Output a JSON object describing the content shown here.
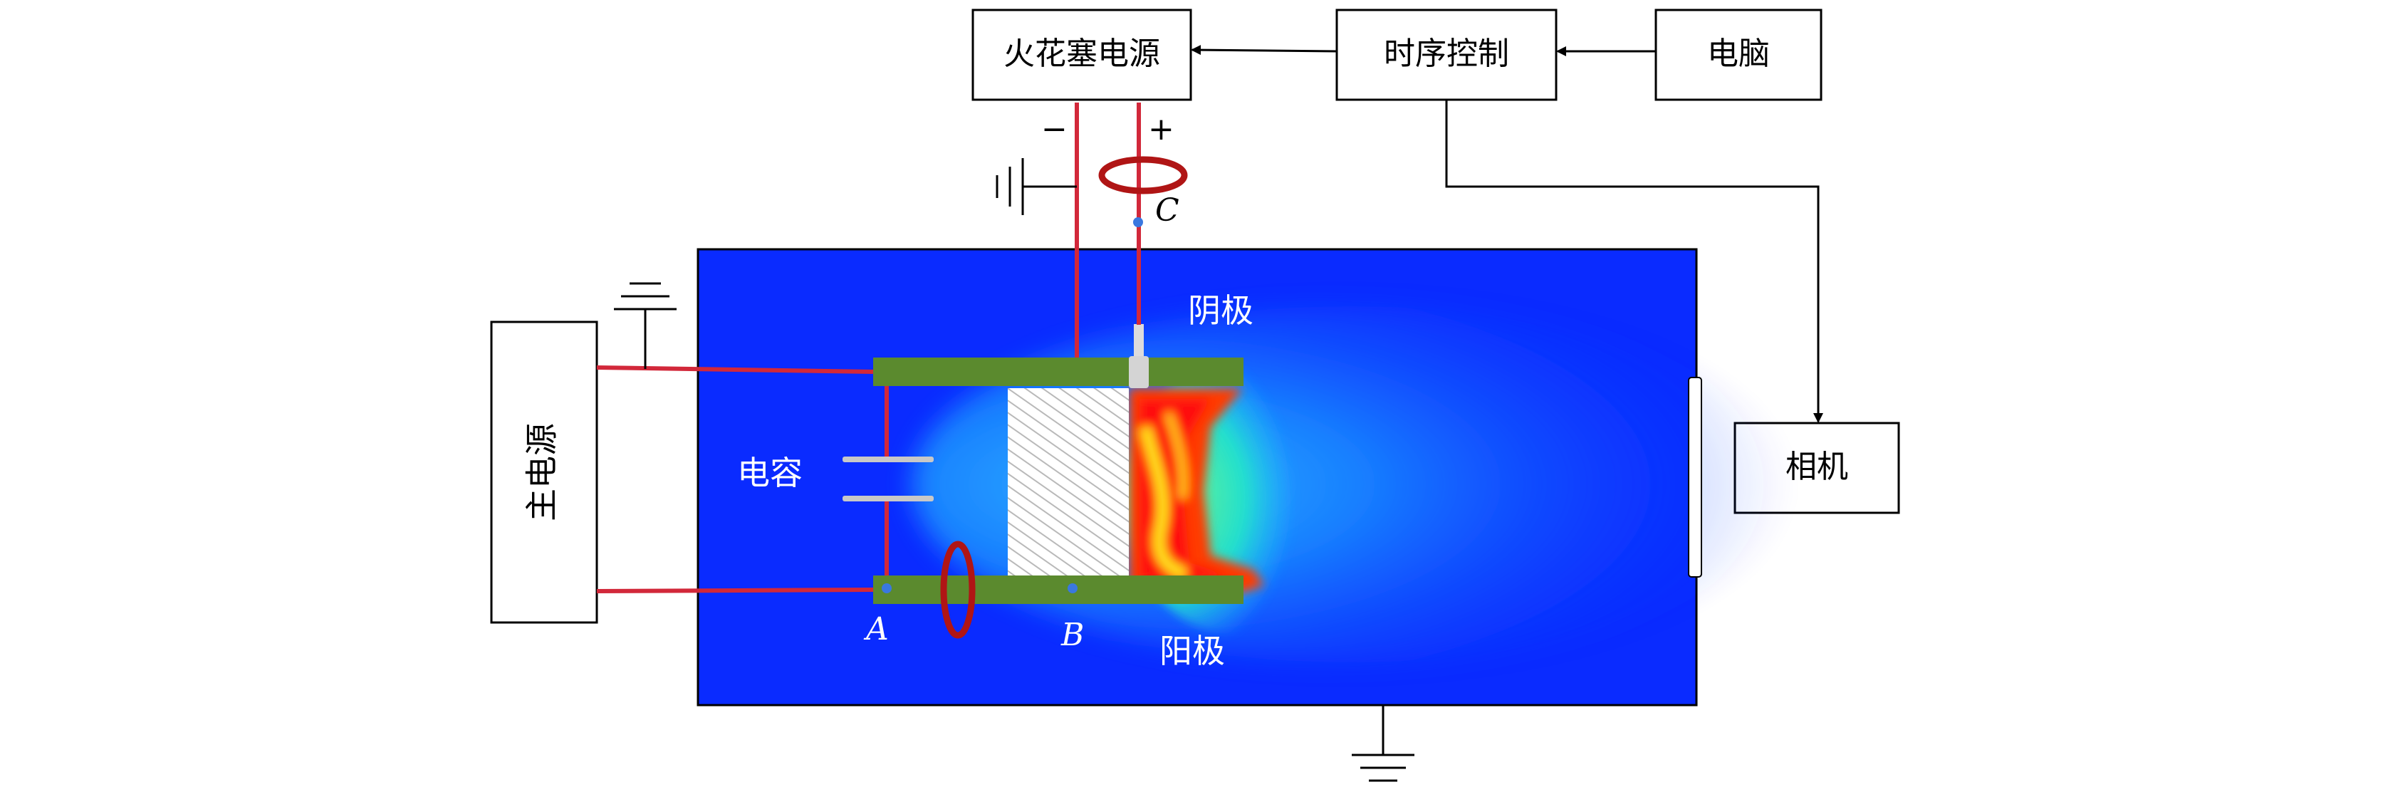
{
  "boxes": {
    "spark_supply": "火花塞电源",
    "timing_control": "时序控制",
    "computer": "电脑",
    "camera": "相机",
    "main_supply": "主电源"
  },
  "labels": {
    "cathode": "阴极",
    "anode": "阳极",
    "capacitor": "电容",
    "point_a": "A",
    "point_b": "B",
    "point_c": "C",
    "spark_minus": "−",
    "spark_plus": "+",
    "main_minus": "−",
    "main_plus": "+"
  },
  "colors": {
    "wire_red": "#d2283a",
    "coil_red": "#b01515",
    "electrode_green": "#5b8a2e",
    "chamber_blue": "#0a2bff",
    "probe_dot": "#3a78e0"
  }
}
